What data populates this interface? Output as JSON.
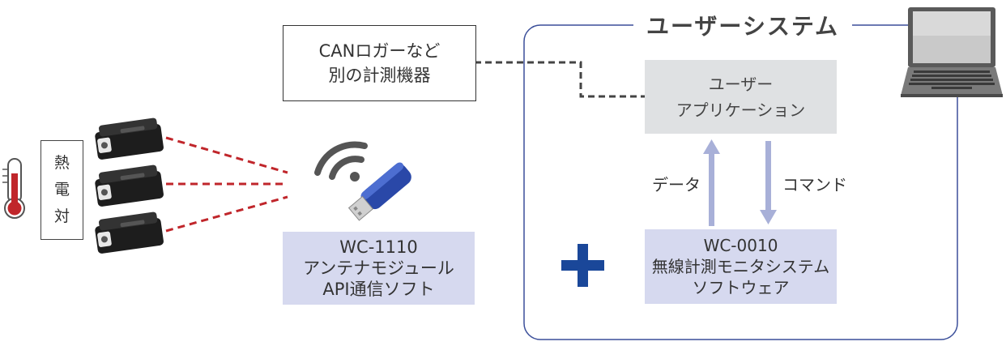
{
  "user_system": {
    "title": "ユーザーシステム"
  },
  "can_box": {
    "line1": "CANロガーなど",
    "line2": "別の計測機器"
  },
  "user_app": {
    "line1": "ユーザー",
    "line2": "アプリケーション"
  },
  "wc1110": {
    "line1": "WC-1110",
    "line2": "アンテナモジュール",
    "line3": "API通信ソフト"
  },
  "wc0010": {
    "line1": "WC-0010",
    "line2": "無線計測モニタシステム",
    "line3": "ソフトウェア"
  },
  "thermocouple": {
    "c1": "熱",
    "c2": "電",
    "c3": "対"
  },
  "arrows": {
    "data_label": "データ",
    "command_label": "コマンド"
  },
  "icons": [
    "thermometer-icon",
    "wireless-sensor-icon",
    "wifi-icon",
    "usb-dongle-icon",
    "laptop-icon",
    "plus-icon"
  ],
  "colors": {
    "system_border": "#3b4f9a",
    "app_box": "#dfe1e3",
    "module_box": "#d6d9ef",
    "arrow": "#a8b0d8",
    "wireless_link": "#c0262b",
    "plus": "#1a4799",
    "thermometer": "#c0262b"
  }
}
